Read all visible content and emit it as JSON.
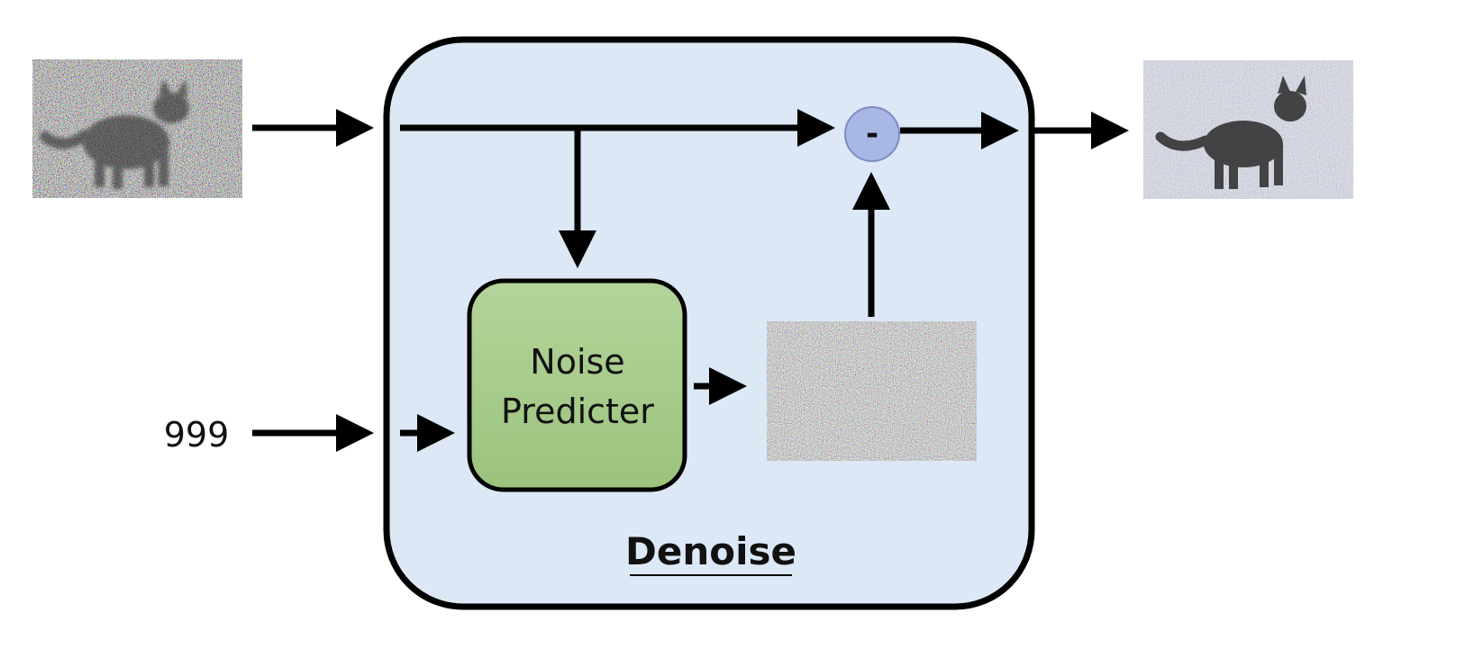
{
  "diagram": {
    "input_label": "999",
    "block_title": "Denoise",
    "predictor_line1": "Noise",
    "predictor_line2": "Predicter",
    "subtract_symbol": "-"
  },
  "colors": {
    "denoise_fill": "#dce8f5",
    "predictor_fill_top": "#b2d39a",
    "predictor_fill_bottom": "#9cc47e",
    "subtract_fill": "#a7b6e3",
    "stroke": "#000000"
  },
  "images": {
    "noisy_input": "noisy-cat-image",
    "predicted_noise": "noise-image",
    "denoised_output": "less-noisy-cat-image"
  }
}
